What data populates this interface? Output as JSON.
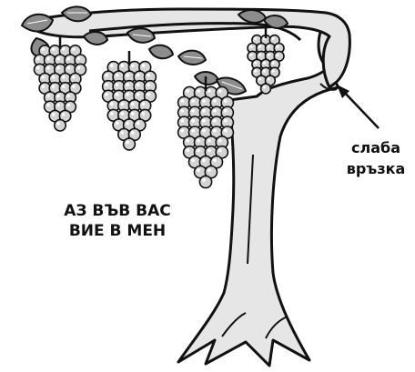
{
  "diagram": {
    "main_caption": {
      "line1": "АЗ ВЪВ ВАС",
      "line2": "ВИЕ В МЕН"
    },
    "callout": {
      "line1": "слаба",
      "line2": "връзка"
    },
    "colors": {
      "outline": "#111111",
      "trunk_fill": "#e6e6e6",
      "grape_fill": "#d4d4d4",
      "leaf_fill": "#8c8c8c"
    }
  }
}
